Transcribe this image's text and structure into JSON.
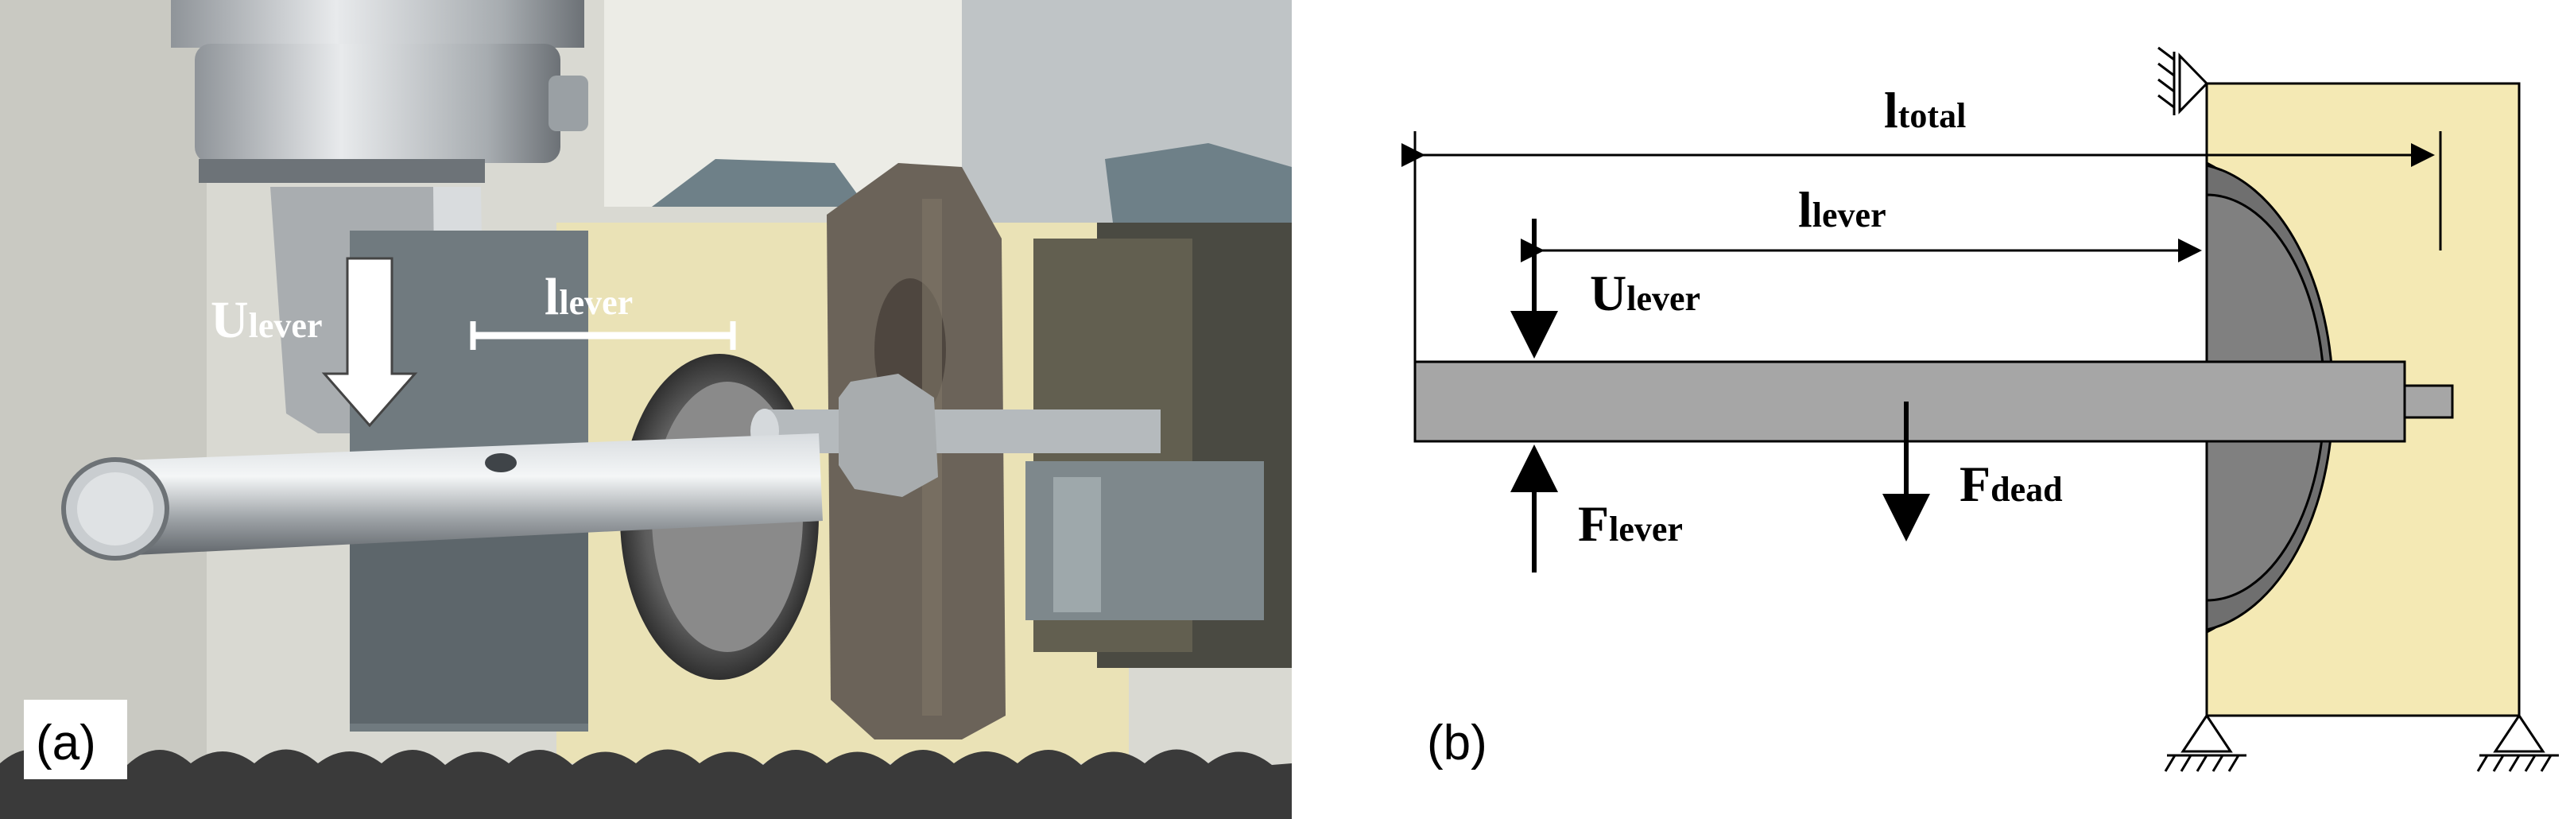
{
  "panel_a": {
    "panel_label": "(a)",
    "u_lever_main": "U",
    "u_lever_sub": "lever",
    "l_lever_main": "l",
    "l_lever_sub": "lever"
  },
  "panel_b": {
    "panel_label": "(b)",
    "l_total_main": "l",
    "l_total_sub": "total",
    "l_lever_main": "l",
    "l_lever_sub": "lever",
    "u_lever_main": "U",
    "u_lever_sub": "lever",
    "f_lever_main": "F",
    "f_lever_sub": "lever",
    "f_dead_main": "F",
    "f_dead_sub": "dead"
  },
  "colors": {
    "photo_background": "#d9d9d2",
    "metal": "#b9bdc0",
    "vise_gray": "#7f8a8f",
    "rust": "#7a5a48",
    "cream_block": "#f3e9b3",
    "beam_gray": "#a6a6a6",
    "disc_dark": "#6f6f6f",
    "disc_mid": "#808080"
  }
}
